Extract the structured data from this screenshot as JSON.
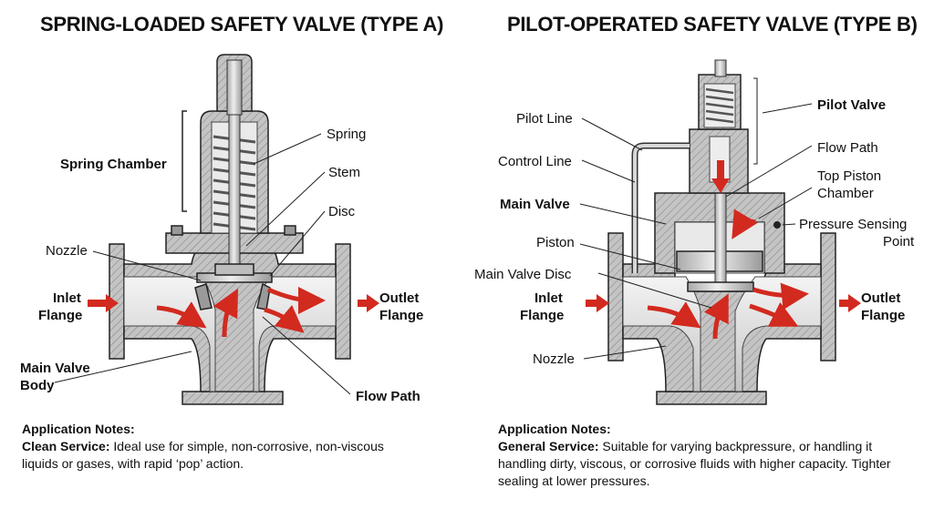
{
  "type_a": {
    "title": "SPRING-LOADED SAFETY VALVE (TYPE A)",
    "labels": {
      "spring_chamber": "Spring Chamber",
      "spring": "Spring",
      "stem": "Stem",
      "disc": "Disc",
      "nozzle": "Nozzle",
      "inlet_flange_1": "Inlet",
      "inlet_flange_2": "Flange",
      "outlet_flange_1": "Outlet",
      "outlet_flange_2": "Flange",
      "main_valve_body_1": "Main Valve",
      "main_valve_body_2": "Body",
      "flow_path": "Flow Path"
    },
    "notes": {
      "heading": "Application Notes:",
      "service_label": "Clean Service:",
      "text": "Ideal use for simple, non-corrosive, non-viscous liquids or gases, with rapid ‘pop’ action."
    }
  },
  "type_b": {
    "title": "PILOT-OPERATED SAFETY VALVE (TYPE B)",
    "labels": {
      "pilot_line": "Pilot Line",
      "control_line": "Control Line",
      "main_valve": "Main Valve",
      "piston": "Piston",
      "main_valve_disc": "Main Valve Disc",
      "nozzle": "Nozzle",
      "inlet_flange_1": "Inlet",
      "inlet_flange_2": "Flange",
      "pilot_valve": "Pilot Valve",
      "flow_path": "Flow Path",
      "top_piston_chamber_1": "Top Piston",
      "top_piston_chamber_2": "Chamber",
      "pressure_sensing_point_1": "Pressure Sensing",
      "pressure_sensing_point_2": "Point",
      "outlet_flange_1": "Outlet",
      "outlet_flange_2": "Flange"
    },
    "notes": {
      "heading": "Application Notes:",
      "service_label": "General Service:",
      "text": "Suitable for varying backpressure, or handling it handling dirty, viscous, or corrosive fluids with higher capacity. Tighter sealing at lower pressures."
    }
  },
  "colors": {
    "metal": "#c8c8c8",
    "metal_dark": "#8e8e8e",
    "flow_arrow": "#d22a1f",
    "outline": "#222222"
  }
}
